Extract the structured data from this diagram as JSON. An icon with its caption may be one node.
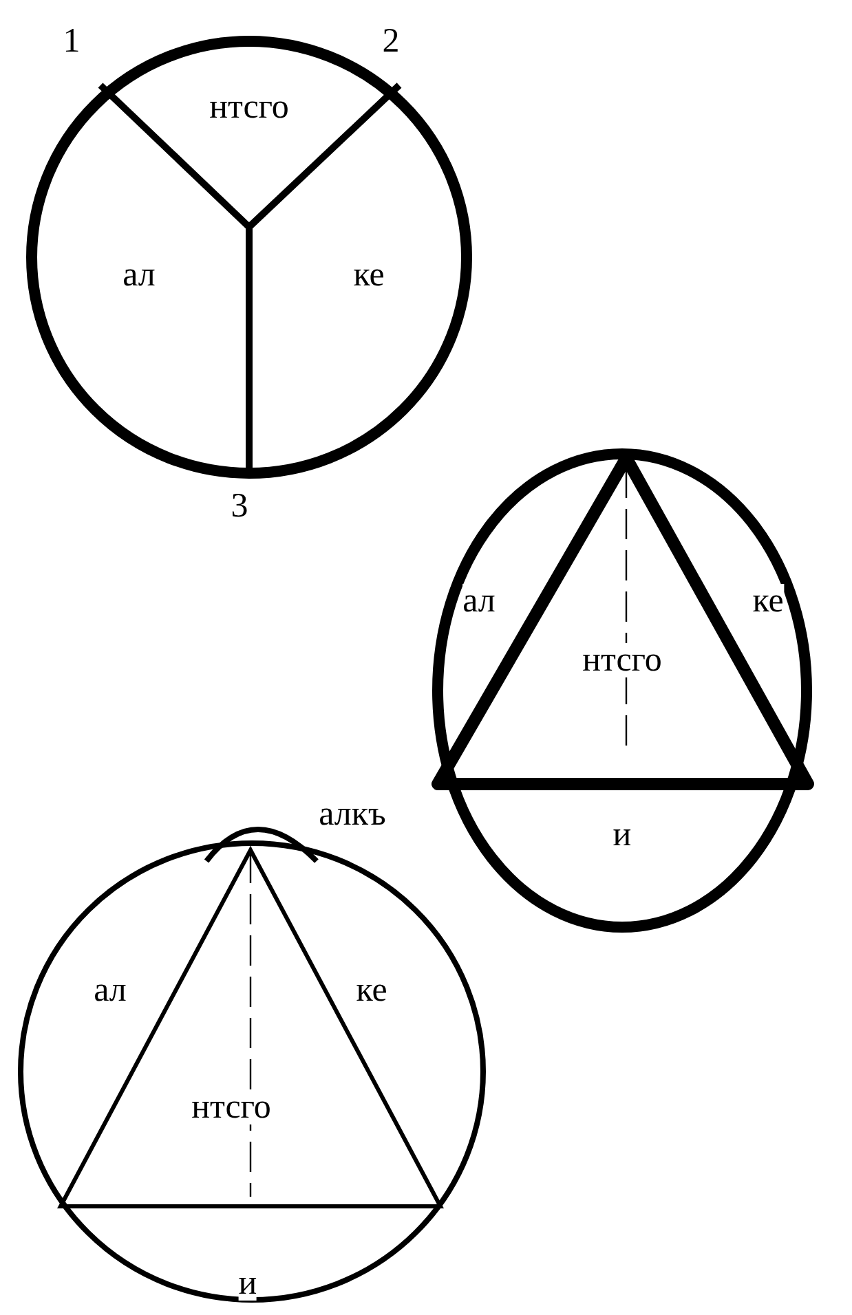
{
  "diagram": {
    "labels": [
      "1",
      "2",
      "нтсго",
      "ал",
      "ке",
      "3",
      "ал",
      "ке",
      "нтсго",
      "и",
      "алкъ",
      "ал",
      "ке",
      "нтсго",
      "и"
    ]
  }
}
